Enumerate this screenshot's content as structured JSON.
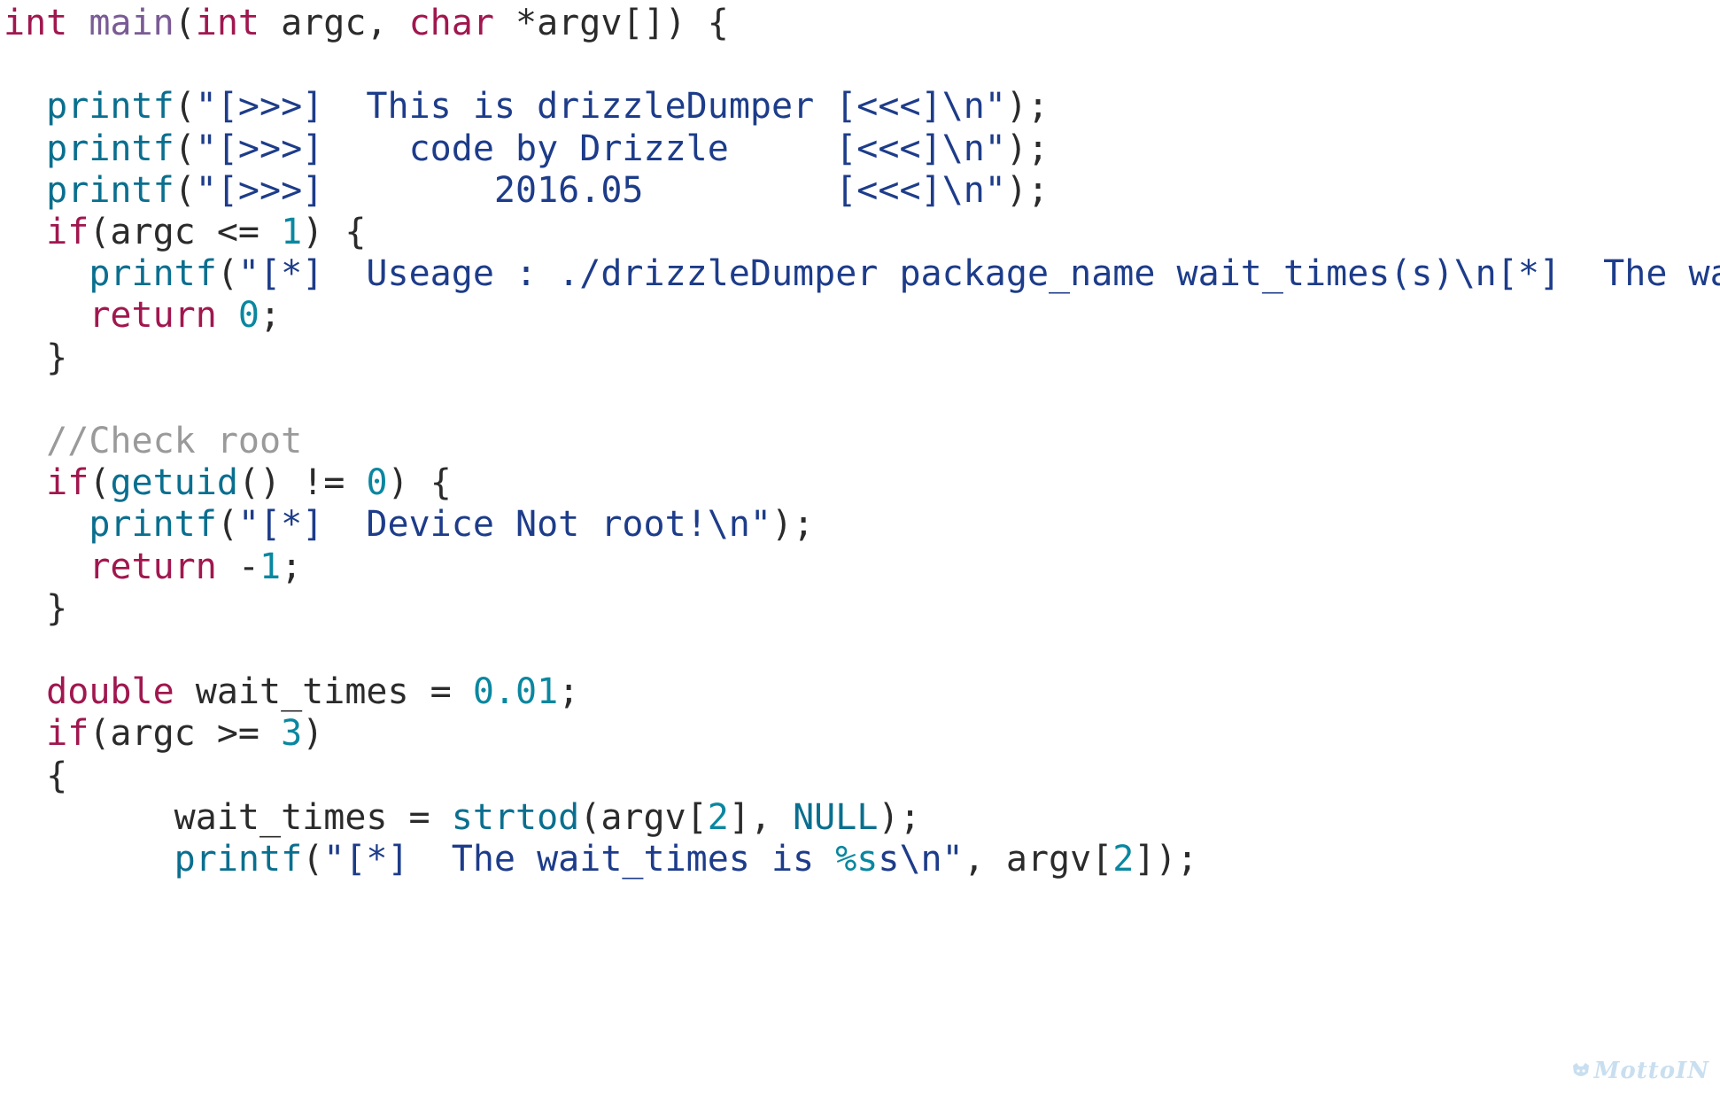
{
  "watermark": "MottoIN",
  "code_lines": [
    [
      {
        "t": "int",
        "c": "kw"
      },
      {
        "t": " ",
        "c": "txt"
      },
      {
        "t": "main",
        "c": "name"
      },
      {
        "t": "(",
        "c": "txt"
      },
      {
        "t": "int",
        "c": "kw"
      },
      {
        "t": " argc, ",
        "c": "txt"
      },
      {
        "t": "char",
        "c": "kw"
      },
      {
        "t": " *argv[]) {",
        "c": "txt"
      }
    ],
    [],
    [
      {
        "t": "  ",
        "c": "txt"
      },
      {
        "t": "printf",
        "c": "fn"
      },
      {
        "t": "(",
        "c": "txt"
      },
      {
        "t": "\"[>>>]  This is drizzleDumper [<<<]\\n\"",
        "c": "str"
      },
      {
        "t": ");",
        "c": "txt"
      }
    ],
    [
      {
        "t": "  ",
        "c": "txt"
      },
      {
        "t": "printf",
        "c": "fn"
      },
      {
        "t": "(",
        "c": "txt"
      },
      {
        "t": "\"[>>>]    code by Drizzle     [<<<]\\n\"",
        "c": "str"
      },
      {
        "t": ");",
        "c": "txt"
      }
    ],
    [
      {
        "t": "  ",
        "c": "txt"
      },
      {
        "t": "printf",
        "c": "fn"
      },
      {
        "t": "(",
        "c": "txt"
      },
      {
        "t": "\"[>>>]        2016.05         [<<<]\\n\"",
        "c": "str"
      },
      {
        "t": ");",
        "c": "txt"
      }
    ],
    [
      {
        "t": "  ",
        "c": "txt"
      },
      {
        "t": "if",
        "c": "kw"
      },
      {
        "t": "(argc <= ",
        "c": "txt"
      },
      {
        "t": "1",
        "c": "num"
      },
      {
        "t": ") {",
        "c": "txt"
      }
    ],
    [
      {
        "t": "    ",
        "c": "txt"
      },
      {
        "t": "printf",
        "c": "fn"
      },
      {
        "t": "(",
        "c": "txt"
      },
      {
        "t": "\"[*]  Useage : ./drizzleDumper package_name wait_times(s)\\n[*]  The wait_times(s)",
        "c": "str"
      }
    ],
    [
      {
        "t": "    ",
        "c": "txt"
      },
      {
        "t": "return",
        "c": "kw"
      },
      {
        "t": " ",
        "c": "txt"
      },
      {
        "t": "0",
        "c": "num"
      },
      {
        "t": ";",
        "c": "txt"
      }
    ],
    [
      {
        "t": "  }",
        "c": "txt"
      }
    ],
    [],
    [
      {
        "t": "  ",
        "c": "txt"
      },
      {
        "t": "//Check root",
        "c": "cmt"
      }
    ],
    [
      {
        "t": "  ",
        "c": "txt"
      },
      {
        "t": "if",
        "c": "kw"
      },
      {
        "t": "(",
        "c": "txt"
      },
      {
        "t": "getuid",
        "c": "fn"
      },
      {
        "t": "() != ",
        "c": "txt"
      },
      {
        "t": "0",
        "c": "num"
      },
      {
        "t": ") {",
        "c": "txt"
      }
    ],
    [
      {
        "t": "    ",
        "c": "txt"
      },
      {
        "t": "printf",
        "c": "fn"
      },
      {
        "t": "(",
        "c": "txt"
      },
      {
        "t": "\"[*]  Device Not root!\\n\"",
        "c": "str"
      },
      {
        "t": ");",
        "c": "txt"
      }
    ],
    [
      {
        "t": "    ",
        "c": "txt"
      },
      {
        "t": "return",
        "c": "kw"
      },
      {
        "t": " -",
        "c": "txt"
      },
      {
        "t": "1",
        "c": "num"
      },
      {
        "t": ";",
        "c": "txt"
      }
    ],
    [
      {
        "t": "  }",
        "c": "txt"
      }
    ],
    [],
    [
      {
        "t": "  ",
        "c": "txt"
      },
      {
        "t": "double",
        "c": "kw"
      },
      {
        "t": " wait_times = ",
        "c": "txt"
      },
      {
        "t": "0.01",
        "c": "num"
      },
      {
        "t": ";",
        "c": "txt"
      }
    ],
    [
      {
        "t": "  ",
        "c": "txt"
      },
      {
        "t": "if",
        "c": "kw"
      },
      {
        "t": "(argc >= ",
        "c": "txt"
      },
      {
        "t": "3",
        "c": "num"
      },
      {
        "t": ")",
        "c": "txt"
      }
    ],
    [
      {
        "t": "  {",
        "c": "txt"
      }
    ],
    [
      {
        "t": "        wait_times = ",
        "c": "txt"
      },
      {
        "t": "strtod",
        "c": "fn"
      },
      {
        "t": "(argv[",
        "c": "txt"
      },
      {
        "t": "2",
        "c": "num"
      },
      {
        "t": "], ",
        "c": "txt"
      },
      {
        "t": "NULL",
        "c": "fn"
      },
      {
        "t": ");",
        "c": "txt"
      }
    ],
    [
      {
        "t": "        ",
        "c": "txt"
      },
      {
        "t": "printf",
        "c": "fn"
      },
      {
        "t": "(",
        "c": "txt"
      },
      {
        "t": "\"[*]  The wait_times is ",
        "c": "str"
      },
      {
        "t": "%s",
        "c": "num"
      },
      {
        "t": "s\\n\"",
        "c": "str"
      },
      {
        "t": ", argv[",
        "c": "txt"
      },
      {
        "t": "2",
        "c": "num"
      },
      {
        "t": "]);",
        "c": "txt"
      }
    ]
  ]
}
